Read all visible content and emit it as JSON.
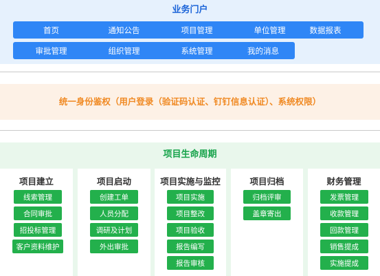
{
  "portal": {
    "title": "业务门户",
    "buttons": [
      "首页",
      "通知公告",
      "项目管理",
      "单位管理",
      "数据报表",
      "审批管理",
      "组织管理",
      "系统管理",
      "我的消息"
    ]
  },
  "auth": {
    "title": "统一身份鉴权（用户登录（验证码认证、钉钉信息认证）、系统权限）"
  },
  "lifecycle": {
    "title": "项目生命周期",
    "columns": [
      {
        "title": "项目建立",
        "items": [
          "线索管理",
          "合同审批",
          "招投标管理",
          "客户资料维护"
        ]
      },
      {
        "title": "项目启动",
        "items": [
          "创建工单",
          "人员分配",
          "调研及计划",
          "外出审批"
        ]
      },
      {
        "title": "项目实施与监控",
        "items": [
          "项目实施",
          "项目整改",
          "项目验收",
          "报告编写",
          "报告审核"
        ]
      },
      {
        "title": "项目归档",
        "items": [
          "归档评审",
          "盖章寄出"
        ]
      },
      {
        "title": "财务管理",
        "items": [
          "发票管理",
          "收款管理",
          "回款管理",
          "销售提成",
          "实施提成"
        ]
      }
    ]
  },
  "colors": {
    "portal_bg": "#e6f1fd",
    "portal_accent": "#2f86f6",
    "auth_bg": "#fdf1e6",
    "auth_accent": "#f08a24",
    "life_bg": "#e9f7ec",
    "life_accent": "#23b04c"
  }
}
